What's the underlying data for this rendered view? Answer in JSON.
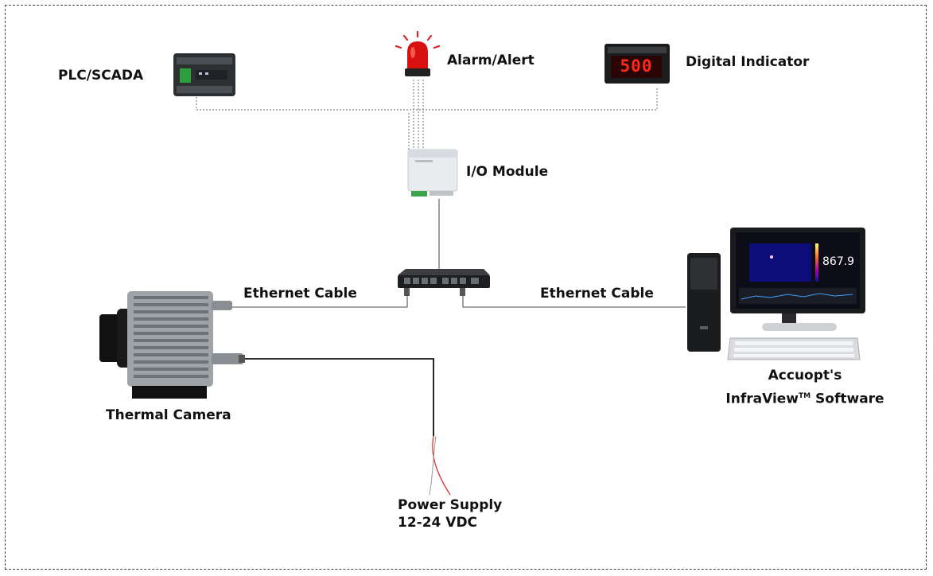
{
  "labels": {
    "plc": "PLC/SCADA",
    "alarm": "Alarm/Alert",
    "indicator": "Digital Indicator",
    "indicator_value": "500",
    "io_module": "I/O Module",
    "ethernet_left": "Ethernet Cable",
    "ethernet_right": "Ethernet Cable",
    "camera": "Thermal Camera",
    "software_line1": "Accuopt's",
    "software_name": "InfraView",
    "software_tm": "TM",
    "software_suffix": " Software",
    "screen_value": "867.9",
    "power_line1": "Power Supply",
    "power_line2": "12-24 VDC"
  },
  "colors": {
    "digit_red": "#ff2a1a",
    "alarm_red": "#d81010",
    "wire": "#777777",
    "power_wire_red": "#e0202a"
  }
}
